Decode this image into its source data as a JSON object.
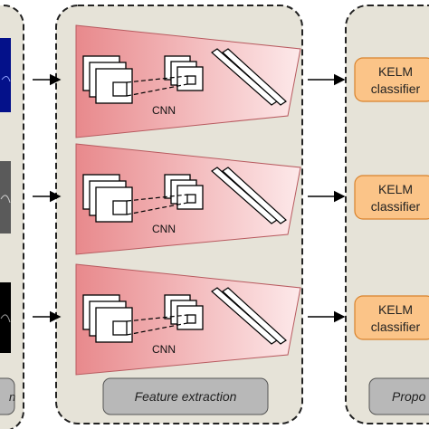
{
  "panels": {
    "input": {
      "caption": "n"
    },
    "features": {
      "caption": "Feature extraction"
    },
    "proposed": {
      "caption": "Propo"
    }
  },
  "rows": [
    {
      "cnn_label": "CNN",
      "classifier_label_1": "KELM",
      "classifier_label_2": "classifier"
    },
    {
      "cnn_label": "CNN",
      "classifier_label_1": "KELM",
      "classifier_label_2": "classifier"
    },
    {
      "cnn_label": "CNN",
      "classifier_label_1": "KELM",
      "classifier_label_2": "classifier"
    }
  ],
  "colors": {
    "panel_fill": "#e6e3d8",
    "cnn_gradient_start": "#e8898c",
    "cnn_gradient_end": "#fde9ea",
    "classifier_fill": "#fbc488",
    "classifier_border": "#d9822b",
    "caption_box_fill": "#b8b8b8",
    "input_row_1": "#04118a",
    "input_row_2": "#5a5a5a",
    "input_row_3": "#000000"
  }
}
